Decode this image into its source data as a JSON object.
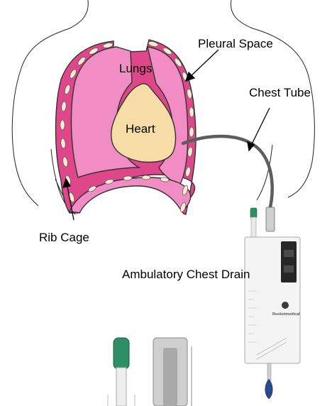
{
  "labels": {
    "pleural_space": "Pleural Space",
    "lungs": "Lungs",
    "chest_tube": "Chest Tube",
    "heart": "Heart",
    "rib_cage": "Rib Cage",
    "ambulatory_drain": "Ambulatory Chest Drain"
  },
  "device": {
    "brand": "Rocketmedical"
  },
  "colors": {
    "rib_band": "#e0478a",
    "lung_fill": "#f28cc4",
    "heart_fill": "#f7dca6",
    "rib_bone": "#f6ead2",
    "tube": "#5d5d5d",
    "cap_green": "#2f8f64",
    "valve_blue": "#2b4a8c"
  },
  "icons": [
    "arrow-icon",
    "brand-logo-icon"
  ]
}
